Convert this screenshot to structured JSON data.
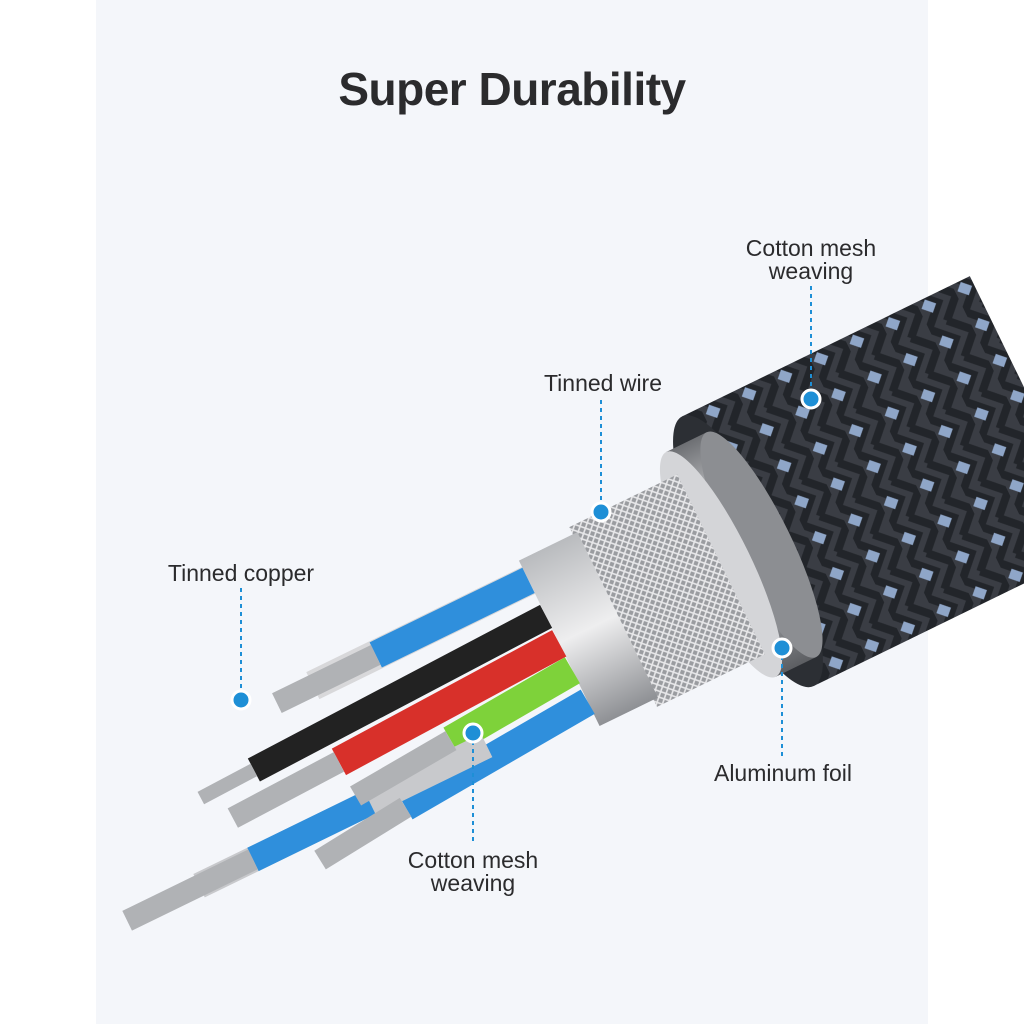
{
  "title": "Super Durability",
  "callouts": {
    "outer_mesh": {
      "line1": "Cotton mesh",
      "line2": "weaving"
    },
    "tinned_wire": {
      "text": "Tinned wire"
    },
    "tinned_copper": {
      "text": "Tinned copper"
    },
    "aluminum_foil": {
      "text": "Aluminum foil"
    },
    "inner_mesh": {
      "line1": "Cotton mesh",
      "line2": "weaving"
    }
  },
  "colors": {
    "background": "#f4f6fa",
    "dot": "#1e8fd6",
    "text": "#2b2b2d"
  }
}
